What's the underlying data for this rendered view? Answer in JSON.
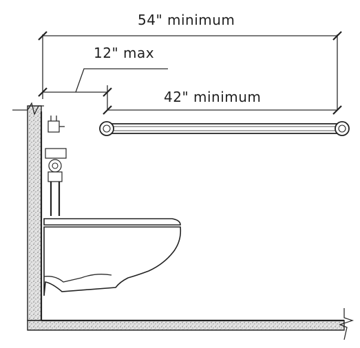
{
  "diagram": {
    "labels": {
      "overall_dimension": "54\" minimum",
      "offset_dimension": "12\" max",
      "bar_dimension": "42\" minimum"
    },
    "colors": {
      "ink": "#222222",
      "wall_fill": "#d9d9d9",
      "paper": "#ffffff"
    }
  }
}
